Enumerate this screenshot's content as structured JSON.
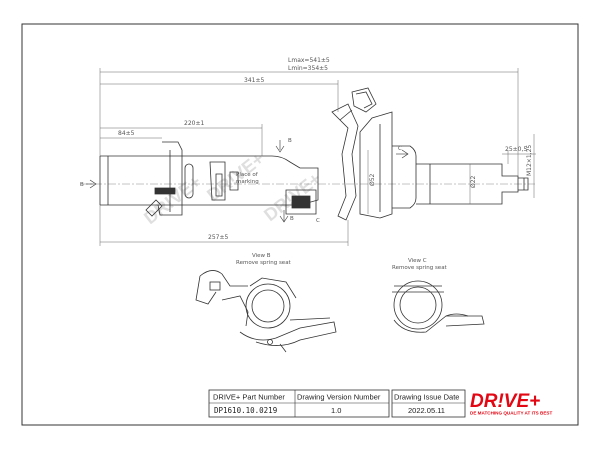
{
  "drawing": {
    "dimensions": {
      "lmax": "Lmax=541±5",
      "lmin": "Lmin=354±5",
      "d341": "341±5",
      "d220": "220±1",
      "d84": "84±5",
      "d257": "257±5",
      "d25": "25±0,5",
      "m12": "M12×1,25",
      "phi52": "Ø52",
      "phi22": "Ø22"
    },
    "labels": {
      "b_top": "B",
      "b_left": "B",
      "b_bottom": "B",
      "c_mid": "C",
      "c_bottom": "C",
      "place_marking": "Place of\nmarking"
    },
    "views": {
      "b_title": "View B",
      "b_sub": "Remove spring seat",
      "c_title": "View C",
      "c_sub": "Remove spring seat"
    },
    "watermark": "DR!VE+"
  },
  "title_block": {
    "headers": {
      "part_number": "DRIVE+ Part Number",
      "version": "Drawing Version  Number",
      "issue_date": "Drawing Issue Date"
    },
    "values": {
      "part_number": "DP1610.10.0219",
      "version": "1.0",
      "issue_date": "2022.05.11"
    }
  },
  "logo": {
    "text": "DR!VE+",
    "tagline": "DE MATCHING QUALITY AT ITS BEST",
    "color": "#e30613"
  }
}
